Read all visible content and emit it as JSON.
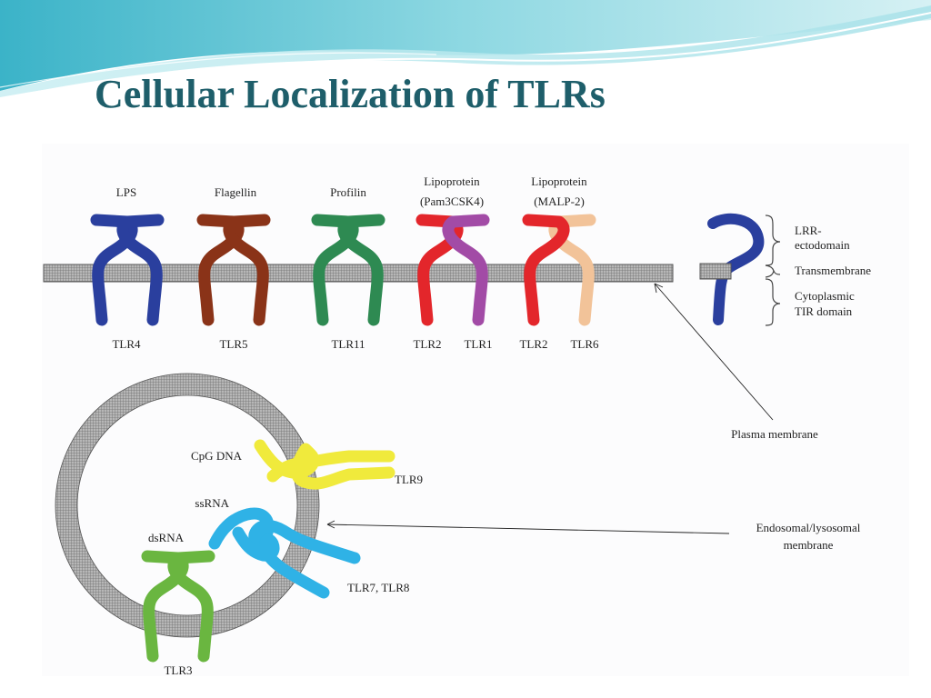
{
  "slide": {
    "title": "Cellular Localization of TLRs"
  },
  "colors": {
    "title": "#1e5e6a",
    "membrane": "#9a9a9a",
    "tlr4": "#2a3f9e",
    "tlr5": "#8a3318",
    "tlr11": "#2e8a52",
    "tlr2": "#e3262b",
    "tlr1": "#a24ba6",
    "tlr6": "#f2c399",
    "tlr9": "#f0ea3c",
    "tlr7_8": "#2fb2e6",
    "tlr3": "#6ab640"
  },
  "diagram": {
    "ligands": {
      "lps": "LPS",
      "flagellin": "Flagellin",
      "profilin": "Profilin",
      "lipoprotein_1": "Lipoprotein",
      "pam3csk4": "(Pam3CSK4)",
      "lipoprotein_2": "Lipoprotein",
      "malp2": "(MALP-2)",
      "cpg_dna": "CpG DNA",
      "ssrna": "ssRNA",
      "dsrna": "dsRNA"
    },
    "receptors": {
      "tlr4": "TLR4",
      "tlr5": "TLR5",
      "tlr11": "TLR11",
      "tlr2_a": "TLR2",
      "tlr1": "TLR1",
      "tlr2_b": "TLR2",
      "tlr6": "TLR6",
      "tlr9": "TLR9",
      "tlr7_tlr8": "TLR7, TLR8",
      "tlr3": "TLR3"
    },
    "legend": {
      "lrr_line1": "LRR-",
      "lrr_line2": "ectodomain",
      "transmembrane": "Transmembrane",
      "tir_line1": "Cytoplasmic",
      "tir_line2": "TIR domain"
    },
    "annotations": {
      "plasma_membrane": "Plasma membrane",
      "endosomal_line1": "Endosomal/lysosomal",
      "endosomal_line2": "membrane"
    }
  }
}
